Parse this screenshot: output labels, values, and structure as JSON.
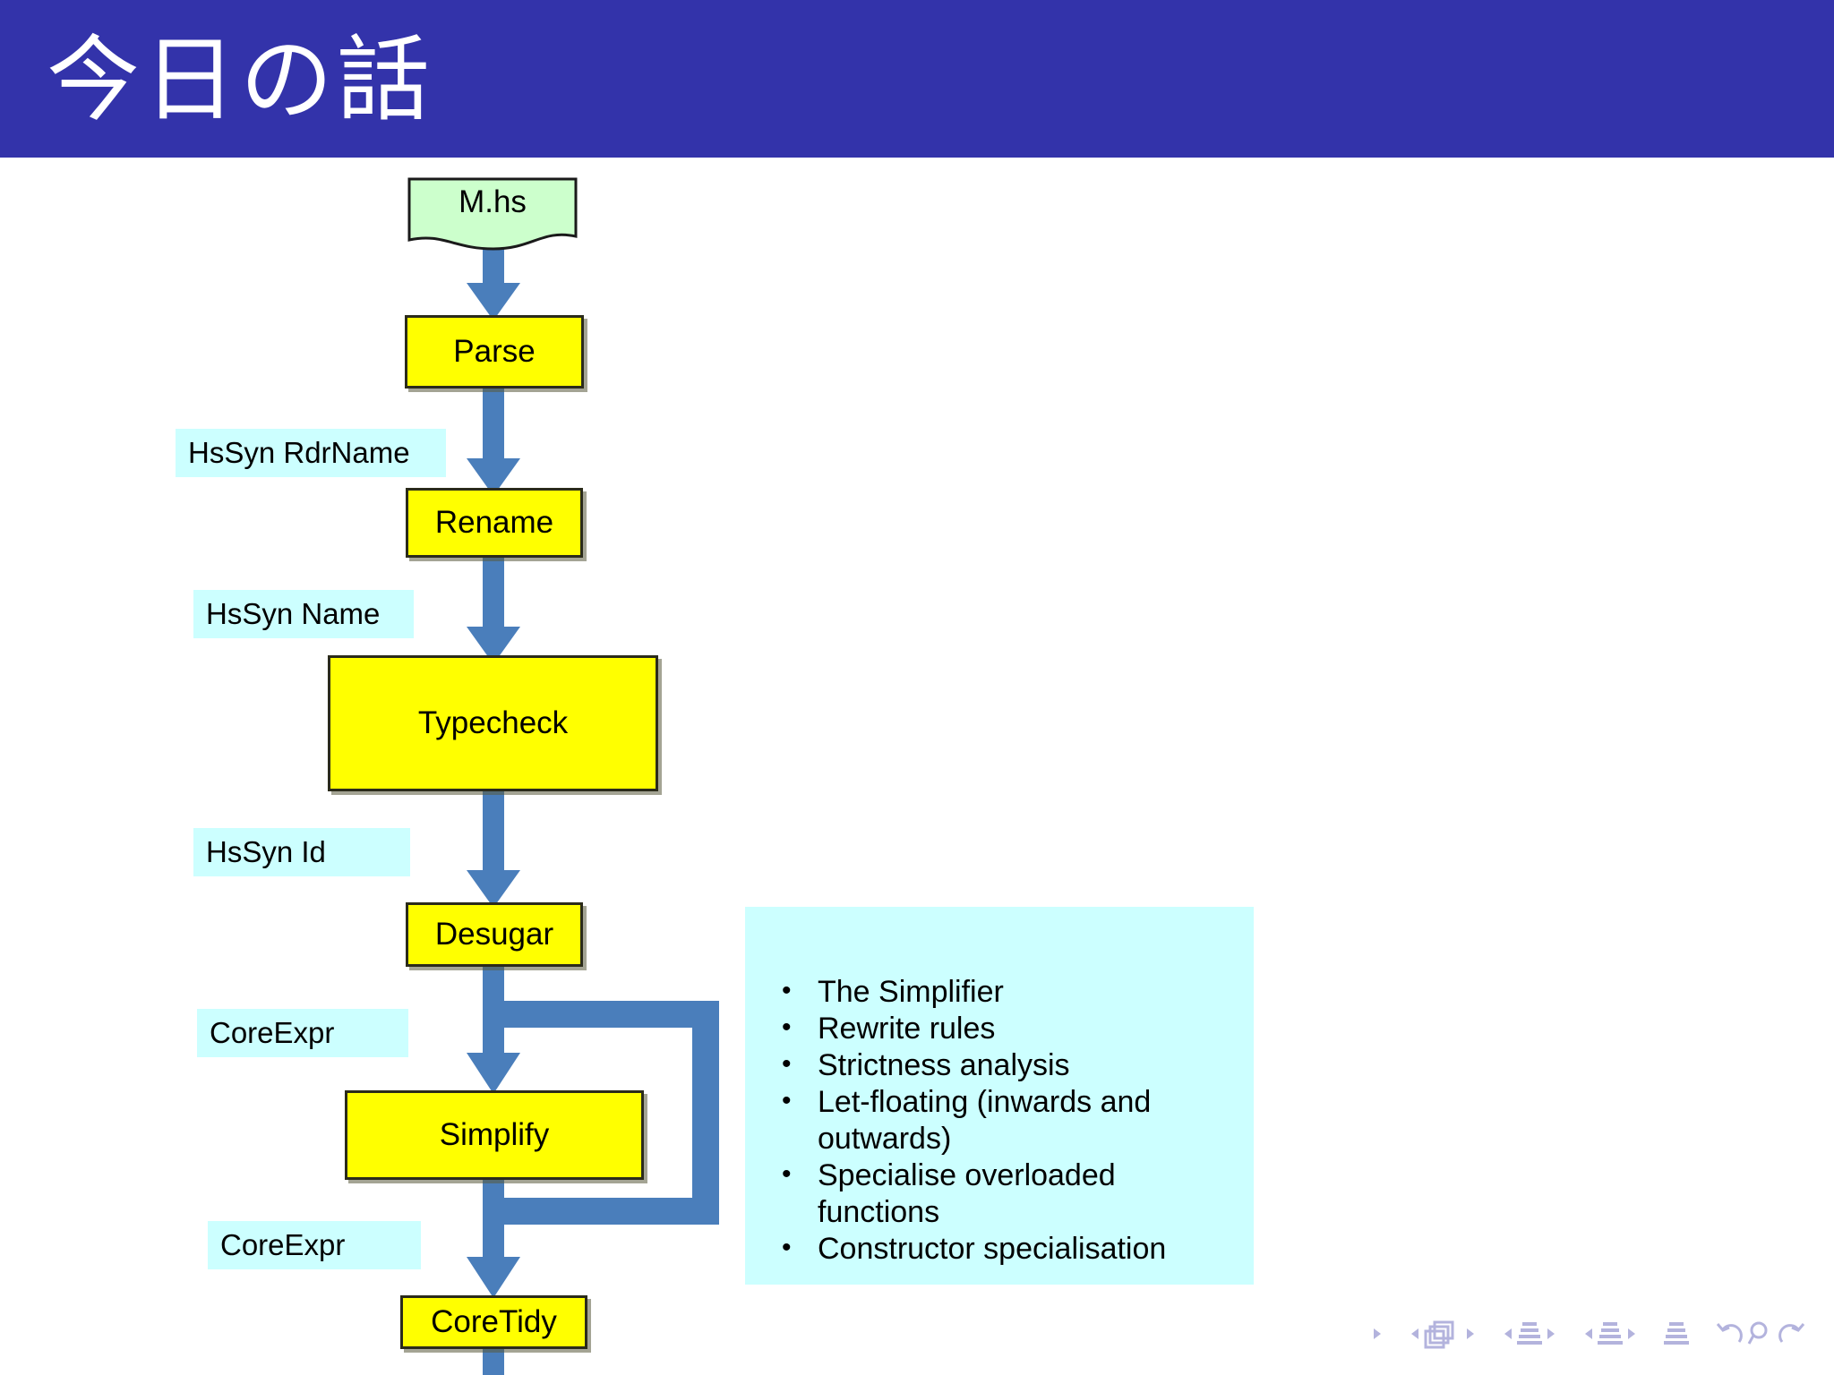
{
  "slide": {
    "title": "今日の話",
    "banner_color": "#3333aa",
    "background_color": "#ffffff"
  },
  "diagram": {
    "source_file": {
      "label": "M.hs",
      "fill": "#ccffcc",
      "shape": "document"
    },
    "stages": [
      {
        "label": "Parse"
      },
      {
        "label": "Rename"
      },
      {
        "label": "Typecheck"
      },
      {
        "label": "Desugar"
      },
      {
        "label": "Simplify"
      },
      {
        "label": "CoreTidy"
      }
    ],
    "stage_fill": "#ffff00",
    "type_labels": [
      {
        "label": "HsSyn RdrName"
      },
      {
        "label": "HsSyn Name"
      },
      {
        "label": "HsSyn Id"
      },
      {
        "label": "CoreExpr"
      },
      {
        "label": "CoreExpr"
      }
    ],
    "type_label_fill": "#ccffff",
    "arrow_color": "#4a7ebb",
    "loop_note": "Simplify feedback loop"
  },
  "info_panel": {
    "fill": "#ccffff",
    "bullets": [
      "The Simplifier",
      "Rewrite rules",
      "Strictness analysis",
      "Let-floating (inwards and outwards)",
      "Specialise overloaded functions",
      "Constructor specialisation"
    ]
  },
  "navigation": {
    "color": "#b3b3dd",
    "items": [
      {
        "name": "first-frame",
        "glyph": "play-right"
      },
      {
        "name": "prev-slide",
        "glyph": "play-left"
      },
      {
        "name": "slide-stack",
        "glyph": "frames"
      },
      {
        "name": "next-slide",
        "glyph": "play-right"
      },
      {
        "name": "prev-subsection",
        "glyph": "play-left"
      },
      {
        "name": "subsection-bars",
        "glyph": "bars"
      },
      {
        "name": "next-subsection",
        "glyph": "play-right"
      },
      {
        "name": "prev-section",
        "glyph": "play-left"
      },
      {
        "name": "section-bars",
        "glyph": "bars"
      },
      {
        "name": "next-section",
        "glyph": "play-right"
      },
      {
        "name": "presentation-bars",
        "glyph": "bars"
      },
      {
        "name": "back",
        "glyph": "undo"
      },
      {
        "name": "find",
        "glyph": "magnifier"
      },
      {
        "name": "forward",
        "glyph": "redo"
      }
    ]
  }
}
